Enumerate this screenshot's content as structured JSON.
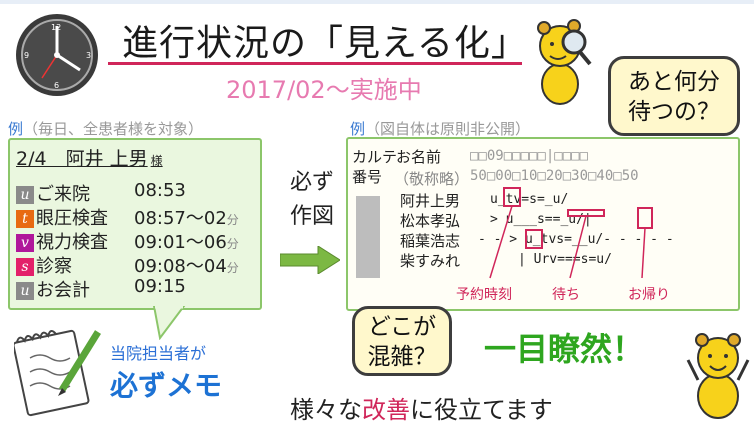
{
  "title": "進行状況の「見える化」",
  "subtitle": "2017/02～実施中",
  "bubble_wait": "あと何分\n待つの？",
  "bubble_crowd": "どこが\n混雑？",
  "example_left": {
    "rei": "例",
    "note": "（毎日、全患者様を対象）"
  },
  "example_right": {
    "rei": "例",
    "note": "（図自体は原則非公開）"
  },
  "card": {
    "date_name": "2/4　阿井 上男",
    "honorific": "様",
    "rows": [
      {
        "icon_letter": "u",
        "icon_sub": "c",
        "icon_color": "#8a8a8a",
        "label": "ご来院",
        "time": "08:53",
        "suffix": ""
      },
      {
        "icon_letter": "t",
        "icon_sub": "",
        "icon_color": "#e86a12",
        "label": "眼圧検査",
        "time": "08:57～02",
        "suffix": "分"
      },
      {
        "icon_letter": "v",
        "icon_sub": "",
        "icon_color": "#b0179b",
        "label": "視力検査",
        "time": "09:01～06",
        "suffix": "分"
      },
      {
        "icon_letter": "s",
        "icon_sub": "",
        "icon_color": "#e3206a",
        "label": "診察",
        "time": "09:08～04",
        "suffix": "分"
      },
      {
        "icon_letter": "u",
        "icon_sub": "c",
        "icon_color": "#8a8a8a",
        "label": "お会計",
        "time": "09:15",
        "suffix": ""
      }
    ]
  },
  "arrow_label": "必ず\n作図",
  "chart": {
    "col_karte": "カルテ",
    "col_bango": "番号",
    "col_name": "お名前",
    "col_name_note": "（敬称略）",
    "hour_row": "□□09□□□□□|□□□□",
    "minute_row": "50□00□10□20□30□40□50",
    "patients": [
      {
        "name": "阿井上男",
        "marks": "u_tv=s=_u/"
      },
      {
        "name": "松本孝弘",
        "marks": "> u___s==_u/|"
      },
      {
        "name": "稲葉浩志",
        "marks": "- - > u_tvs=__u/- - - - -"
      },
      {
        "name": "柴すみれ",
        "marks": "|        Urv===s=u/"
      }
    ],
    "legend": [
      "予約時刻",
      "待ち",
      "お帰り"
    ]
  },
  "ichimoku": "一目瞭然！",
  "staff_note": "当院担当者が",
  "staff_memo": "必ずメモ",
  "bottom_text_pre": "様々な",
  "bottom_text_red": "改善",
  "bottom_text_post": "に役立てます",
  "colors": {
    "accent_pink": "#d0265a",
    "green": "#2ea61f",
    "blue": "#1d72d4",
    "card_bg": "#eaf7df"
  }
}
